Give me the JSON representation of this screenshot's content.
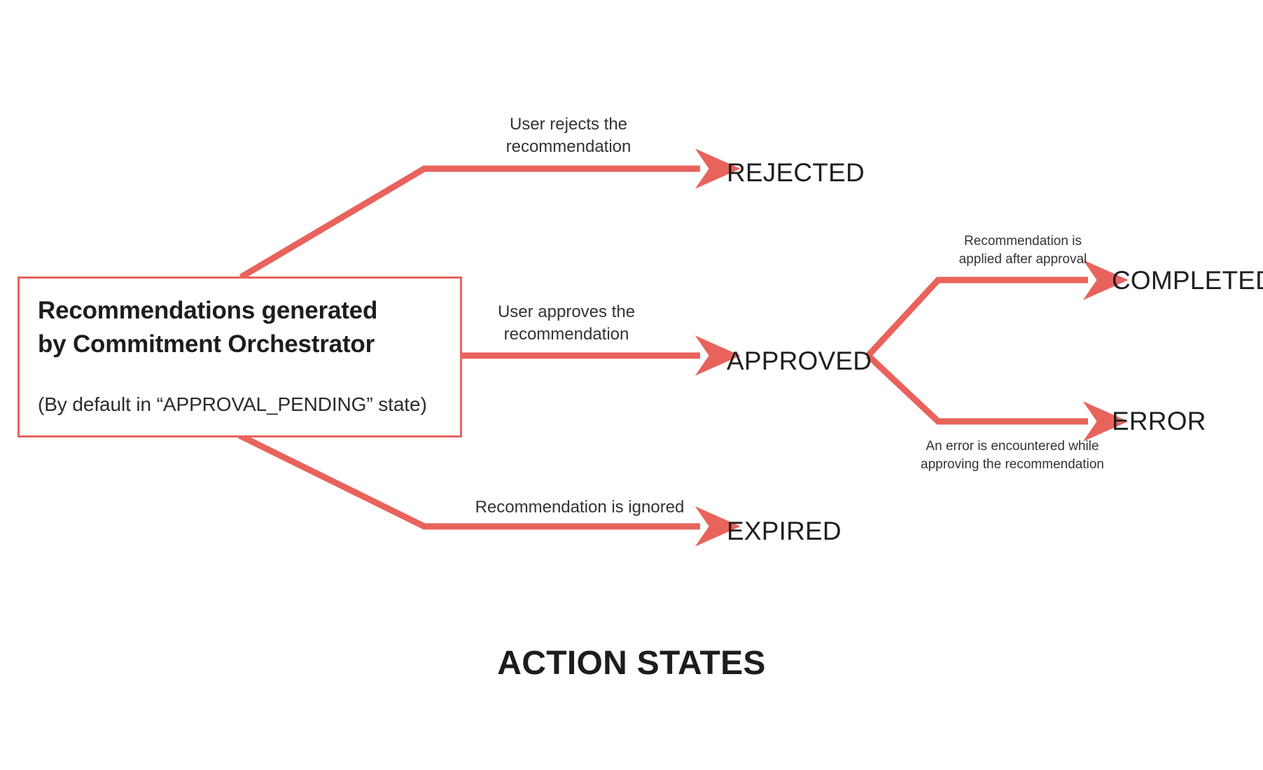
{
  "diagram": {
    "title": "ACTION STATES",
    "accent_color": "#E8635C",
    "text_color": "#1f1f1f",
    "background": "#ffffff",
    "source_node": {
      "title_line1": "Recommendations generated",
      "title_line2": "by Commitment Orchestrator",
      "subtitle": "(By default in “APPROVAL_PENDING” state)"
    },
    "states": [
      {
        "id": "rejected",
        "label": "REJECTED"
      },
      {
        "id": "approved",
        "label": "APPROVED"
      },
      {
        "id": "expired",
        "label": "EXPIRED"
      },
      {
        "id": "completed",
        "label": "COMPLETED"
      },
      {
        "id": "error",
        "label": "ERROR"
      }
    ],
    "transitions": [
      {
        "id": "to-rejected",
        "from": "source",
        "to": "rejected",
        "label_line1": "User rejects the",
        "label_line2": "recommendation"
      },
      {
        "id": "to-approved",
        "from": "source",
        "to": "approved",
        "label_line1": "User approves the",
        "label_line2": "recommendation"
      },
      {
        "id": "to-expired",
        "from": "source",
        "to": "expired",
        "label_line1": "Recommendation is ignored",
        "label_line2": ""
      },
      {
        "id": "to-completed",
        "from": "approved",
        "to": "completed",
        "label_line1": "Recommendation is",
        "label_line2": "applied after approval"
      },
      {
        "id": "to-error",
        "from": "approved",
        "to": "error",
        "label_line1": "An error is encountered while",
        "label_line2": "approving the recommendation"
      }
    ]
  }
}
